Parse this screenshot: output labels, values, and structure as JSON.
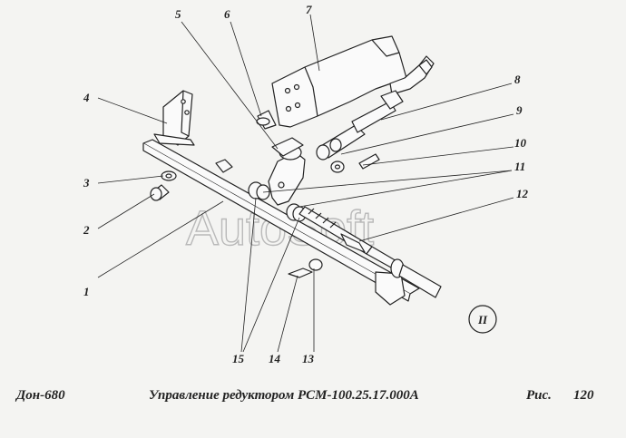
{
  "callouts": [
    "1",
    "2",
    "3",
    "4",
    "5",
    "6",
    "7",
    "8",
    "9",
    "10",
    "11",
    "12",
    "13",
    "14",
    "15"
  ],
  "view_marker": "II",
  "watermark": "AutoSoft",
  "caption": {
    "left": "Дон-680",
    "title": "Управление редуктором РСМ-100.25.17.000А",
    "fig_label": "Рис.",
    "fig_number": "120"
  }
}
